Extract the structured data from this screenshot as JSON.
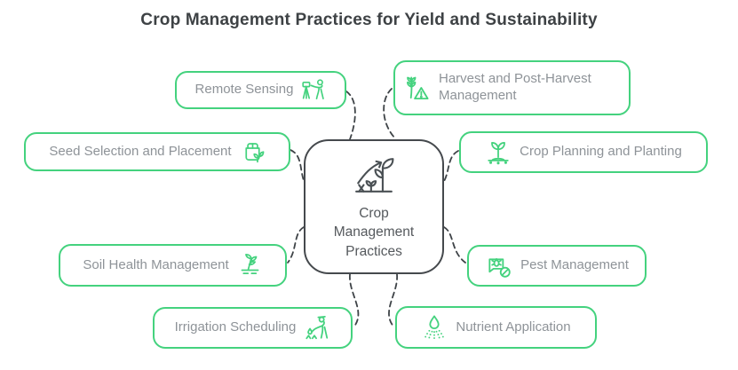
{
  "title": "Crop Management Practices for Yield and Sustainability",
  "center": {
    "label": "Crop Management Practices",
    "icon": "growth-plant-icon"
  },
  "nodes": [
    {
      "id": "remote-sensing",
      "label": "Remote Sensing",
      "icon": "surveyor-telescope-icon",
      "icon_side": "right"
    },
    {
      "id": "harvest",
      "label": "Harvest and Post-Harvest Management",
      "icon": "wheat-warning-icon",
      "icon_side": "left"
    },
    {
      "id": "seed-selection",
      "label": "Seed Selection and Placement",
      "icon": "seed-bag-sprout-icon",
      "icon_side": "right"
    },
    {
      "id": "crop-planning",
      "label": "Crop Planning and Planting",
      "icon": "seedling-icon",
      "icon_side": "left"
    },
    {
      "id": "soil-health",
      "label": "Soil Health Management",
      "icon": "soil-plant-icon",
      "icon_side": "right"
    },
    {
      "id": "pest",
      "label": "Pest Management",
      "icon": "pest-prohibition-icon",
      "icon_side": "left"
    },
    {
      "id": "irrigation",
      "label": "Irrigation Scheduling",
      "icon": "farmer-watering-icon",
      "icon_side": "right"
    },
    {
      "id": "nutrient",
      "label": "Nutrient Application",
      "icon": "droplet-spray-icon",
      "icon_side": "left"
    }
  ],
  "colors": {
    "accent_green": "#44d27e",
    "node_text": "#8e9398",
    "center_border": "#45494d",
    "center_text": "#55595d",
    "connector": "#3e4347",
    "title_text": "#3e4245",
    "background": "#ffffff"
  }
}
